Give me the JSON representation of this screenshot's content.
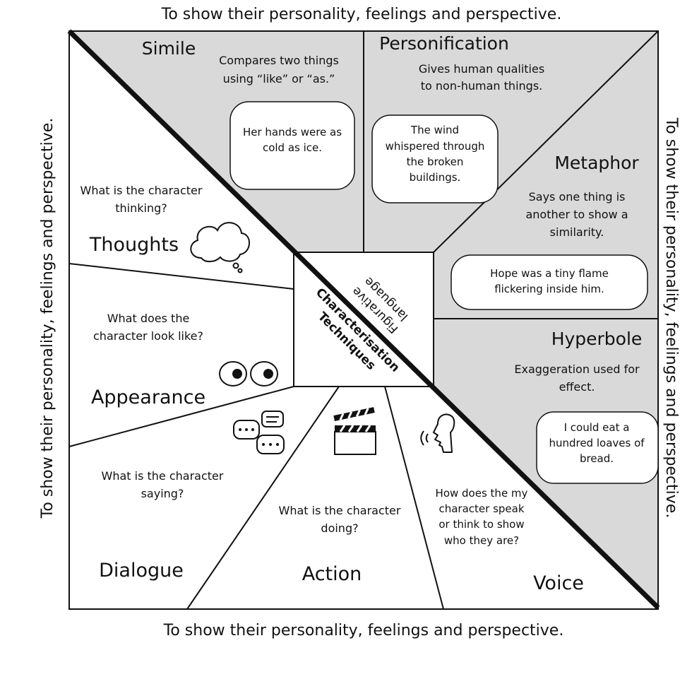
{
  "edge_caption": "To show their personality, feelings and perspective.",
  "center": {
    "title_line1": "Characterisation",
    "title_line2": "Techniques",
    "fig_line1": "Figurative",
    "fig_line2": "language"
  },
  "figurative": {
    "simile": {
      "title": "Simile",
      "desc1": "Compares two things",
      "desc2": "using “like” or “as.”",
      "ex1": "Her hands were as",
      "ex2": "cold as ice."
    },
    "personification": {
      "title": "Personification",
      "desc1": "Gives human qualities",
      "desc2": "to non-human things.",
      "ex1": "The wind",
      "ex2": "whispered through",
      "ex3": "the broken",
      "ex4": "buildings."
    },
    "metaphor": {
      "title": "Metaphor",
      "desc1": "Says one thing is",
      "desc2": "another to show a",
      "desc3": "similarity.",
      "ex1": "Hope was a tiny flame",
      "ex2": "flickering inside him."
    },
    "hyperbole": {
      "title": "Hyperbole",
      "desc1": "Exaggeration used for",
      "desc2": "effect.",
      "ex1": "I could eat a",
      "ex2": "hundred loaves of",
      "ex3": "bread."
    }
  },
  "characterisation": {
    "thoughts": {
      "title": "Thoughts",
      "q1": "What is the character",
      "q2": "thinking?",
      "icon": "thought-cloud-icon"
    },
    "appearance": {
      "title": "Appearance",
      "q1": "What does the",
      "q2": "character look like?",
      "icon": "eyes-icon"
    },
    "dialogue": {
      "title": "Dialogue",
      "q1": "What is the character",
      "q2": "saying?",
      "icon": "speech-bubbles-icon"
    },
    "action": {
      "title": "Action",
      "q1": "What is the character",
      "q2": "doing?",
      "icon": "clapperboard-icon"
    },
    "voice": {
      "title": "Voice",
      "q1": "How does the my",
      "q2": "character speak",
      "q3": "or think to show",
      "q4": "who they are?",
      "icon": "speaking-head-icon"
    }
  },
  "colors": {
    "shaded": "#d9d9d9",
    "ink": "#111111"
  }
}
